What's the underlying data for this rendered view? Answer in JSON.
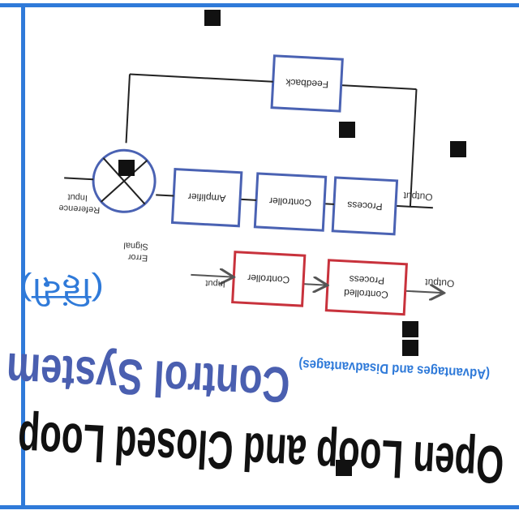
{
  "title": {
    "line1": "Open Loop and Closed Loop",
    "line2": "Control System",
    "subtitle": "(Advantages and Disadvantages)",
    "hindi": "(हिंदी)"
  },
  "colors": {
    "frame": "#2f7ad9",
    "title_dark": "#111111",
    "title_blue": "#4a5fb0",
    "closed_block": "#4a62b3",
    "open_block": "#c8323c"
  },
  "open_loop": {
    "input_label": "Input",
    "block1": "Controller",
    "block2_line1": "Controlled",
    "block2_line2": "Process",
    "output_label": "Output"
  },
  "closed_loop": {
    "reference_line1": "Reference",
    "reference_line2": "Input",
    "error_line1": "Error",
    "error_line2": "Signal",
    "amplifier": "Amplifier",
    "controller": "Controller",
    "process": "Process",
    "feedback": "Feedback",
    "output_label": "Output"
  }
}
